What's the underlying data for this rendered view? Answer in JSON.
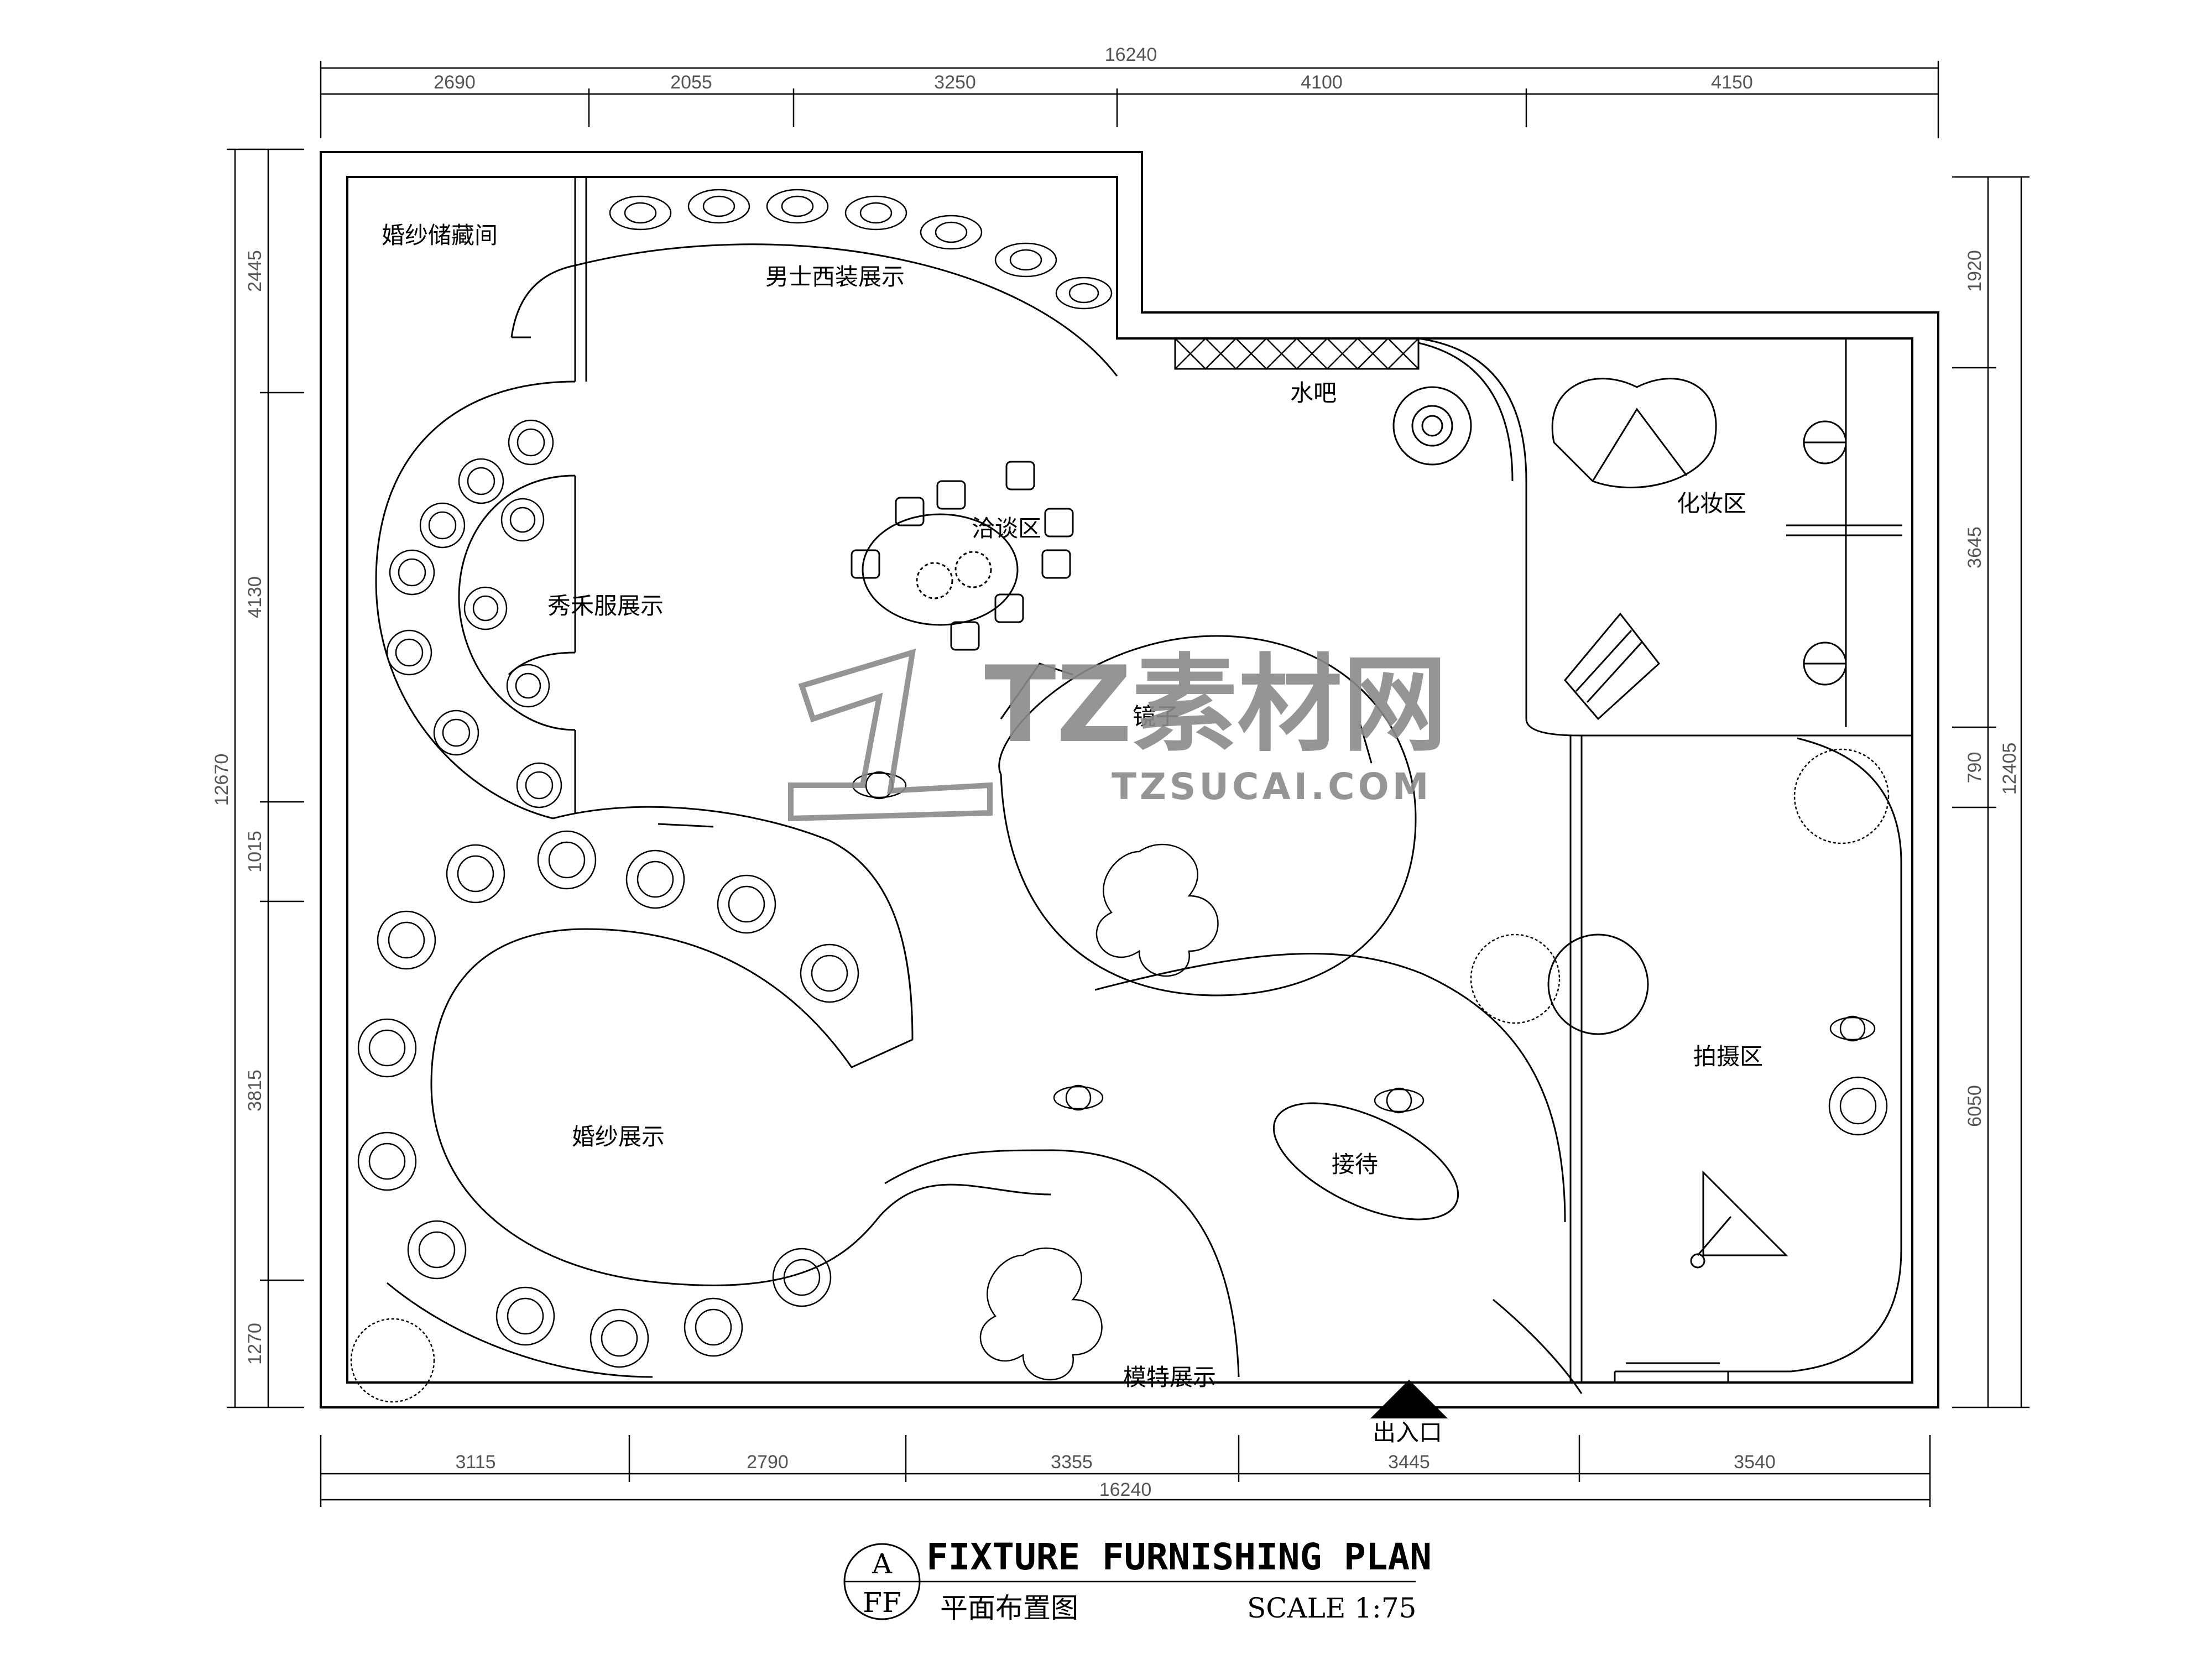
{
  "dimensions": {
    "top_total": "16240",
    "top": [
      "2690",
      "2055",
      "3250",
      "4100",
      "4150"
    ],
    "bottom_total": "16240",
    "bottom": [
      "3115",
      "2790",
      "3355",
      "3445",
      "3540"
    ],
    "left_total": "12670",
    "left": [
      "2445",
      "4130",
      "1015",
      "3815",
      "1270"
    ],
    "right_total": "12405",
    "right": [
      "1920",
      "3645",
      "790",
      "6050"
    ]
  },
  "rooms": {
    "dress_storage": "婚纱储藏间",
    "mens_suits": "男士西装展示",
    "water_bar": "水吧",
    "makeup": "化妆区",
    "negotiation": "洽谈区",
    "xiuhe_display": "秀禾服展示",
    "mirror": "镜子",
    "wedding_dress": "婚纱展示",
    "photo": "拍摄区",
    "reception": "接待",
    "model_display": "模特展示",
    "entrance": "出入口"
  },
  "title_block": {
    "symbol_top": "A",
    "symbol_bottom": "FF",
    "title": "FIXTURE FURNISHING PLAN",
    "subtitle": "平面布置图",
    "scale": "SCALE 1:75"
  },
  "watermark": {
    "main": "TZ素材网",
    "url": "TZSUCAI.COM"
  }
}
